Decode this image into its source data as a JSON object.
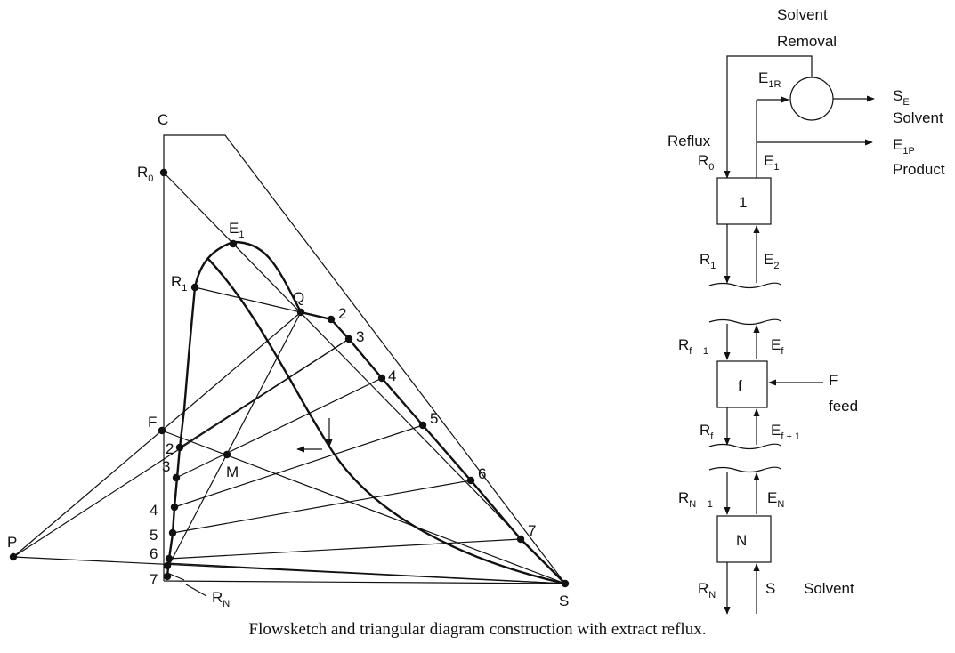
{
  "diagram": {
    "vertices": {
      "c": "C",
      "s": "S",
      "p": "P",
      "f": "F",
      "m": "M",
      "q": "Q"
    },
    "r0": {
      "base": "R",
      "sub": "0"
    },
    "r1": {
      "base": "R",
      "sub": "1"
    },
    "e1": {
      "base": "E",
      "sub": "1"
    },
    "rn": {
      "base": "R",
      "sub": "N"
    },
    "raffinate_stage_numbers": [
      "2",
      "3",
      "4",
      "5",
      "6",
      "7"
    ],
    "extract_stage_numbers": [
      "2",
      "3",
      "4",
      "5",
      "6",
      "7"
    ]
  },
  "flowsheet": {
    "solvent_removal": [
      "Solvent",
      "Removal"
    ],
    "reflux": "Reflux",
    "product": "Product",
    "solvent": "Solvent",
    "feed": "feed",
    "stage_1": "1",
    "stage_f": "f",
    "stage_n": "N",
    "f_label": "F",
    "s_label": "S",
    "streams": {
      "r0": {
        "base": "R",
        "sub": "0"
      },
      "e1": {
        "base": "E",
        "sub": "1"
      },
      "e1r": {
        "base": "E",
        "sub": "1R"
      },
      "e1p": {
        "base": "E",
        "sub": "1P"
      },
      "se": {
        "base": "S",
        "sub": "E"
      },
      "r1": {
        "base": "R",
        "sub": "1"
      },
      "e2": {
        "base": "E",
        "sub": "2"
      },
      "rfm1": {
        "base": "R",
        "sub": "f − 1"
      },
      "ef": {
        "base": "E",
        "sub": "f"
      },
      "rf": {
        "base": "R",
        "sub": "f"
      },
      "efp1": {
        "base": "E",
        "sub": "f + 1"
      },
      "rnm1": {
        "base": "R",
        "sub": "N − 1"
      },
      "en": {
        "base": "E",
        "sub": "N"
      },
      "rn": {
        "base": "R",
        "sub": "N"
      }
    }
  },
  "caption": "Flowsketch and triangular diagram construction with extract reflux."
}
